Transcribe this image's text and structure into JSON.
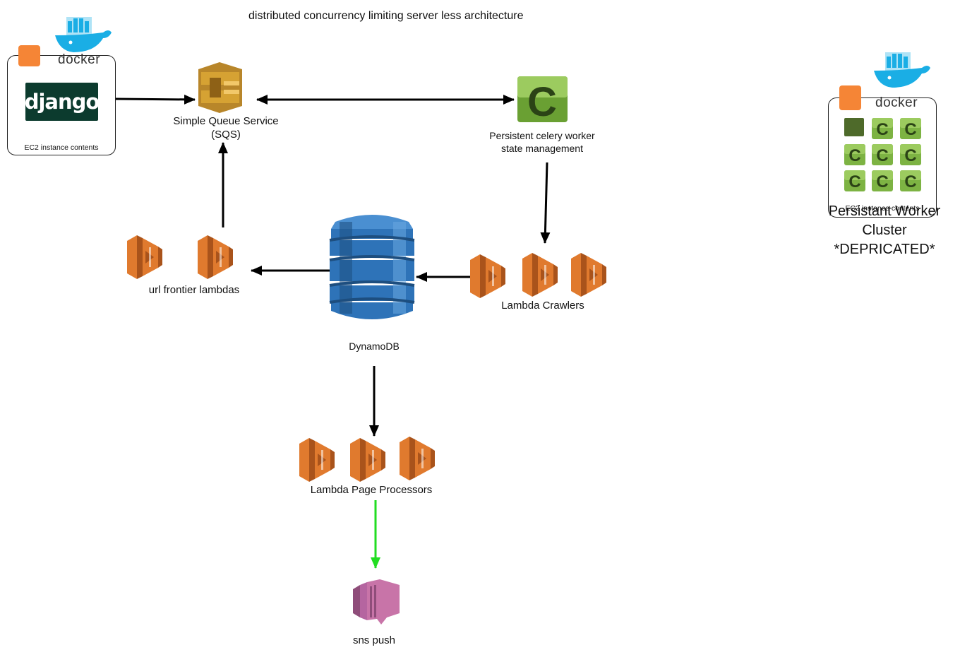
{
  "diagram": {
    "title": "distributed concurrency limiting server less architecture",
    "nodes": {
      "django": {
        "logo_text": "django",
        "docker_text": "docker",
        "caption": "EC2  instance contents"
      },
      "sqs": {
        "label_line1": "Simple Queue Service",
        "label_line2": "(SQS)"
      },
      "celery": {
        "logo_letter": "C",
        "label_line1": "Persistent celery worker",
        "label_line2": "state management"
      },
      "dynamodb": {
        "label": "DynamoDB"
      },
      "url_frontier": {
        "label": "url frontier lambdas"
      },
      "crawlers": {
        "label": "Lambda Crawlers"
      },
      "page_processors": {
        "label": "Lambda Page Processors"
      },
      "sns": {
        "label": "sns push"
      },
      "worker_cluster": {
        "docker_text": "docker",
        "caption": "EC2  instance contents",
        "label_line1": "Persistant Worker",
        "label_line2": "Cluster",
        "label_line3": "*DEPRICATED*",
        "cell_letter": "C"
      }
    },
    "edges": [
      {
        "from": "django",
        "to": "sqs"
      },
      {
        "from": "sqs",
        "to": "celery",
        "bidirectional": true
      },
      {
        "from": "celery",
        "to": "crawlers"
      },
      {
        "from": "crawlers",
        "to": "dynamodb"
      },
      {
        "from": "dynamodb",
        "to": "url_frontier"
      },
      {
        "from": "url_frontier",
        "to": "sqs"
      },
      {
        "from": "dynamodb",
        "to": "page_processors"
      },
      {
        "from": "page_processors",
        "to": "sns",
        "color": "#22dd22"
      }
    ],
    "colors": {
      "lambda_orange": "#e07a2e",
      "lambda_dark": "#a9531b",
      "dynamo_blue": "#2e73b8",
      "dynamo_dark": "#1d4e7f",
      "sqs_gold": "#d6a233",
      "celery_green": "#7db343",
      "sns_pink": "#c874a8",
      "django_green": "#0c3b2e",
      "docker_blue": "#1aaee5",
      "ec2_orange": "#f58536",
      "green_arrow": "#22dd22"
    }
  }
}
